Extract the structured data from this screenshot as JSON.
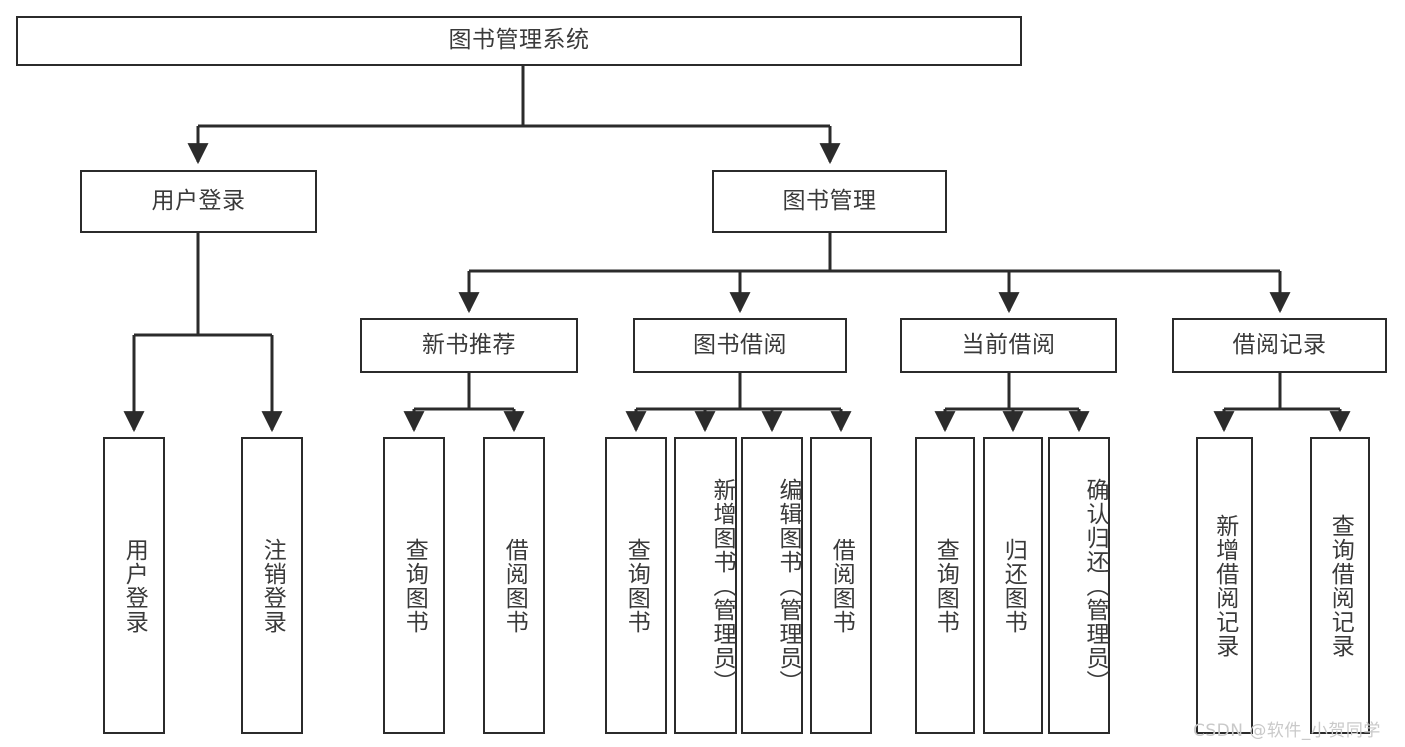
{
  "diagram": {
    "title": "图书管理系统",
    "type": "tree-hierarchy",
    "colors": {
      "box_border": "#2b2b2b",
      "box_fill": "#ffffff",
      "text": "#3a3a3a",
      "edge": "#2b2b2b",
      "watermark": "#c9c9c9",
      "background": "#ffffff"
    },
    "root": {
      "label": "图书管理系统"
    },
    "level1": [
      {
        "label": "用户登录"
      },
      {
        "label": "图书管理"
      }
    ],
    "level2": [
      {
        "label": "新书推荐"
      },
      {
        "label": "图书借阅"
      },
      {
        "label": "当前借阅"
      },
      {
        "label": "借阅记录"
      }
    ],
    "leaves": {
      "user_login": [
        {
          "label": "用户登录"
        },
        {
          "label": "注销登录"
        }
      ],
      "new_book_recommend": [
        {
          "label": "查询图书"
        },
        {
          "label": "借阅图书"
        }
      ],
      "book_borrow": [
        {
          "label": "查询图书"
        },
        {
          "label": "新增图书（管理员）"
        },
        {
          "label": "编辑图书（管理员）"
        },
        {
          "label": "借阅图书"
        }
      ],
      "current_borrow": [
        {
          "label": "查询图书"
        },
        {
          "label": "归还图书"
        },
        {
          "label": "确认归还（管理员）"
        }
      ],
      "borrow_record": [
        {
          "label": "新增借阅记录"
        },
        {
          "label": "查询借阅记录"
        }
      ]
    },
    "watermark": "CSDN @软件_小贺同学"
  }
}
